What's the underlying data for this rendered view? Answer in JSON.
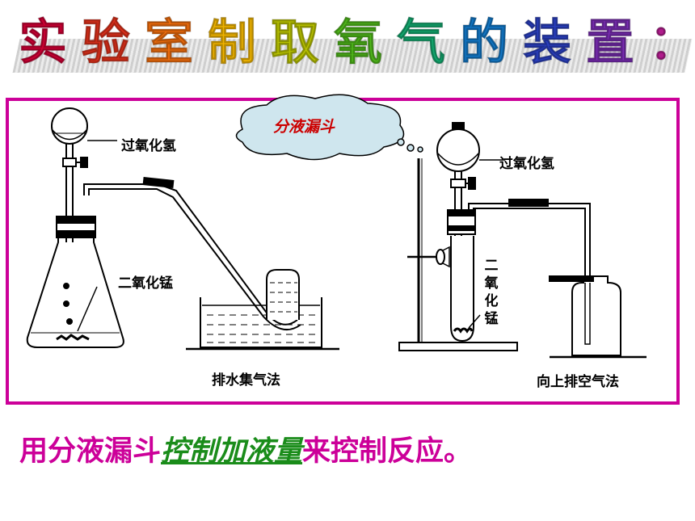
{
  "title": {
    "chars": [
      "实",
      "验",
      "室",
      "制",
      "取",
      "氧",
      "气",
      "的",
      "装",
      "置",
      "："
    ],
    "colors": [
      "#cc0033",
      "#e0301a",
      "#f06d0c",
      "#f0b400",
      "#b8c200",
      "#4fb81a",
      "#12a86e",
      "#1278c8",
      "#2a3fc0",
      "#7a2cb4",
      "#b01c8c"
    ]
  },
  "diagram": {
    "callout": "分液漏斗",
    "left": {
      "reagent_top": "过氧化氢",
      "reagent_bottom": "二氧化锰",
      "method": "排水集气法"
    },
    "right": {
      "reagent_top": "过氧化氢",
      "reagent_side": "二氧化锰",
      "method": "向上排空气法"
    }
  },
  "conclusion": {
    "prefix": "用分液漏斗",
    "emphasis": "控制加液量",
    "suffix": "来控制反应。"
  }
}
